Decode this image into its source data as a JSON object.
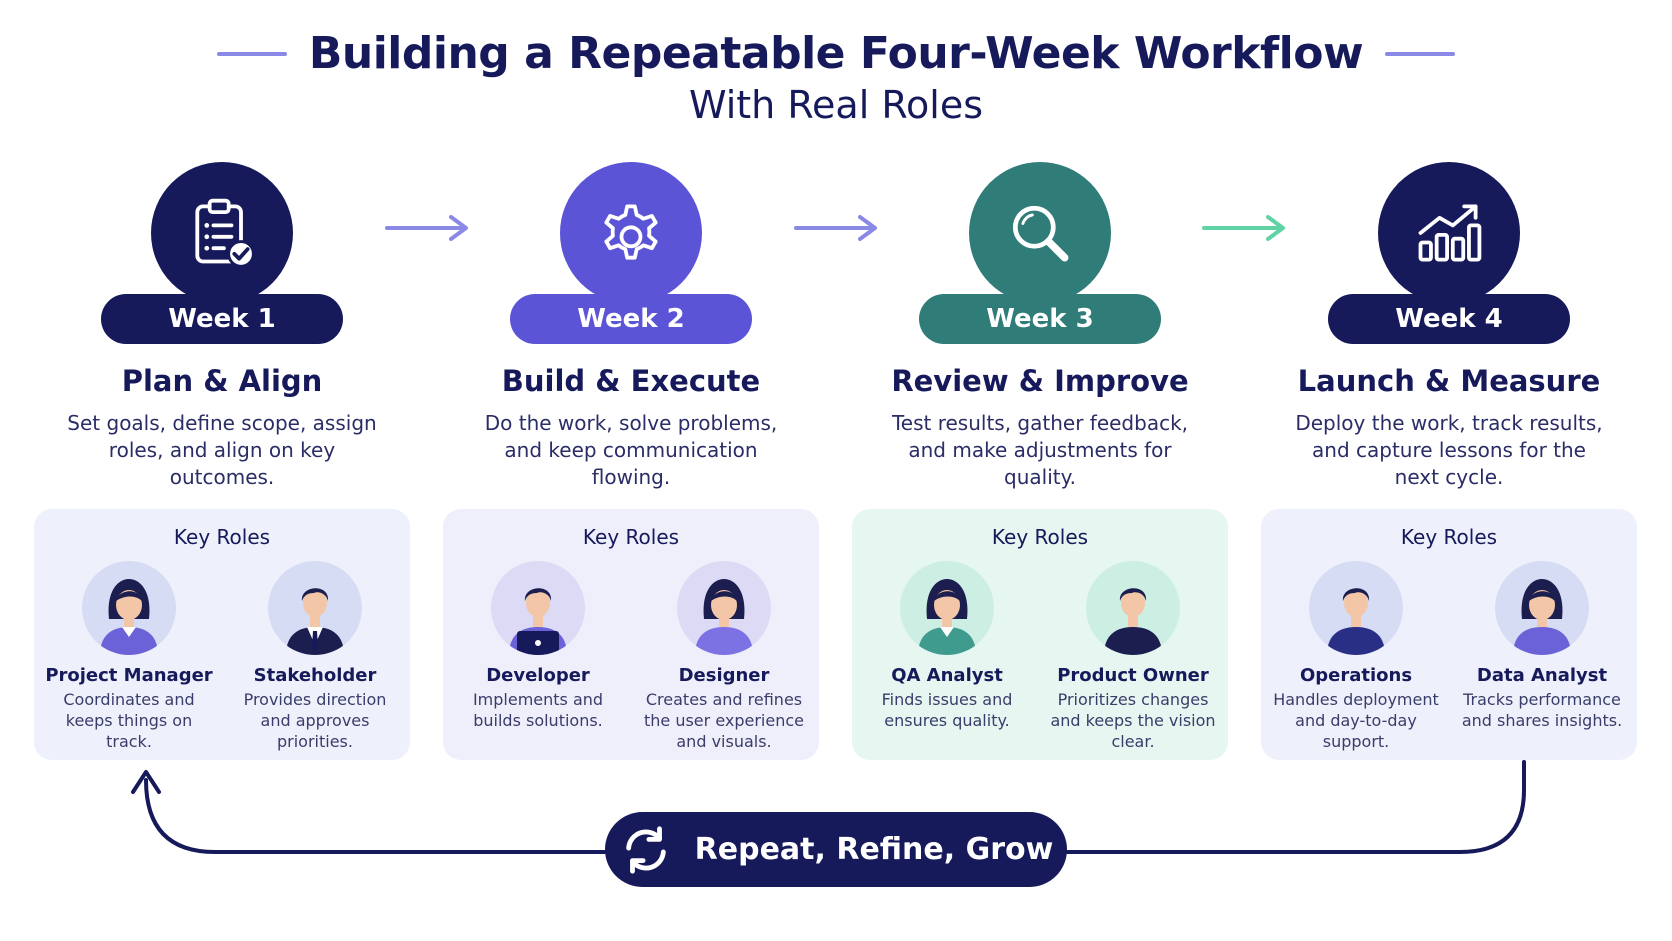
{
  "header": {
    "title": "Building a Repeatable Four-Week Workflow",
    "subtitle": "With Real Roles"
  },
  "colors": {
    "navy": "#16195a",
    "purple": "#5b54d6",
    "teal": "#2f7c78",
    "arrow_blue": "#8a8ae6",
    "arrow_green": "#5fd3a6"
  },
  "weeks": [
    {
      "week": "Week 1",
      "title": "Plan & Align",
      "desc": "Set goals, define scope, assign roles, and align on key outcomes.",
      "icon": "clipboard-check-icon",
      "color": "#16195a",
      "roles_heading": "Key Roles",
      "roles": [
        {
          "name": "Project Manager",
          "desc": "Coordinates and keeps things on track.",
          "avatar": "woman-avatar"
        },
        {
          "name": "Stakeholder",
          "desc": "Provides direction and approves priorities.",
          "avatar": "man-suit-avatar"
        }
      ]
    },
    {
      "week": "Week 2",
      "title": "Build & Execute",
      "desc": "Do the work, solve problems, and keep communication flowing.",
      "icon": "gear-icon",
      "color": "#5b54d6",
      "roles_heading": "Key Roles",
      "roles": [
        {
          "name": "Developer",
          "desc": "Implements and builds solutions.",
          "avatar": "man-laptop-avatar"
        },
        {
          "name": "Designer",
          "desc": "Creates and refines the user experience and visuals.",
          "avatar": "woman-avatar"
        }
      ]
    },
    {
      "week": "Week 3",
      "title": "Review & Improve",
      "desc": "Test results, gather feedback, and make adjustments for quality.",
      "icon": "magnifier-icon",
      "color": "#2f7c78",
      "roles_heading": "Key Roles",
      "roles": [
        {
          "name": "QA Analyst",
          "desc": "Finds issues and ensures quality.",
          "avatar": "woman-avatar"
        },
        {
          "name": "Product Owner",
          "desc": "Prioritizes changes and keeps the vision clear.",
          "avatar": "man-avatar"
        }
      ]
    },
    {
      "week": "Week 4",
      "title": "Launch & Measure",
      "desc": "Deploy the work, track results, and capture lessons for the next cycle.",
      "icon": "growth-chart-icon",
      "color": "#16195a",
      "roles_heading": "Key Roles",
      "roles": [
        {
          "name": "Operations",
          "desc": "Handles deployment and day-to-day support.",
          "avatar": "man-avatar"
        },
        {
          "name": "Data Analyst",
          "desc": "Tracks performance and shares insights.",
          "avatar": "woman-avatar"
        }
      ]
    }
  ],
  "cycle": {
    "label": "Repeat, Refine, Grow",
    "icon": "refresh-cycle-icon"
  }
}
